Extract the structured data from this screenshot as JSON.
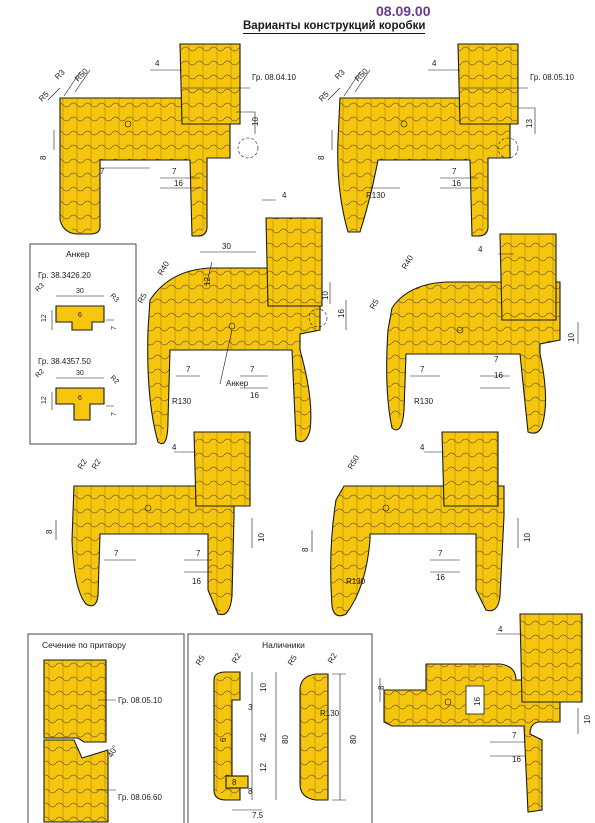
{
  "header": {
    "code": "08.09.00",
    "title": "Варианты конструкций коробки"
  },
  "variant1": {
    "ref": "Гр. 08.04.10",
    "r1": "R3",
    "r2": "R50",
    "r3": "R5",
    "d1": "4",
    "d2": "10",
    "d3": "8",
    "d4": "7",
    "d5": "7",
    "d6": "16"
  },
  "variant2": {
    "ref": "Гр. 08.05.10",
    "r1": "R3",
    "r2": "R50",
    "r3": "R5",
    "d1": "4",
    "d2": "13",
    "d3": "8",
    "r4": "R130",
    "d5": "7",
    "d6": "16"
  },
  "variant3": {
    "r1": "R40",
    "r2": "R5",
    "d0": "4",
    "d1": "30",
    "d2": "12",
    "d3": "10",
    "d4": "16",
    "d5": "7",
    "d6": "7",
    "d7": "16",
    "anchor": "Анкер",
    "r3": "R130"
  },
  "variant4": {
    "r1": "R40",
    "r2": "R5",
    "d0": "4",
    "d1": "10",
    "d5": "7",
    "d6": "7",
    "d7": "16",
    "r3": "R130"
  },
  "anchor_box": {
    "title": "Анкер",
    "ref1": "Гр. 38.3426.20",
    "a_r1": "R3",
    "a_d1": "30",
    "a_r2": "R3",
    "a_d2": "12",
    "a_d3": "6",
    "a_d4": "7",
    "ref2": "Гр. 38.4357.50",
    "b_r1": "R2",
    "b_d1": "30",
    "b_r2": "R2",
    "b_d2": "12",
    "b_d3": "6",
    "b_d4": "7"
  },
  "variant5": {
    "r1": "R2",
    "r2": "R2",
    "d0": "4",
    "d1": "8",
    "d2": "7",
    "d3": "7",
    "d4": "16",
    "d5": "10"
  },
  "variant6": {
    "r1": "R50",
    "d0": "4",
    "d1": "8",
    "d2": "10",
    "r2": "R130",
    "d3": "7",
    "d4": "16"
  },
  "section": {
    "title": "Сечение по притвору",
    "ref1": "Гр. 08.05.10",
    "angle": "40°",
    "ref2": "Гр. 08.06.60"
  },
  "trims": {
    "title": "Наличники",
    "a_r1": "R5",
    "a_r2": "R2",
    "a_d1": "10",
    "a_d2": "3",
    "a_d3": "42",
    "a_d4": "6",
    "a_d5": "12",
    "a_d6": "80",
    "a_d7": "8",
    "a_d8": "8",
    "a_d9": "7.5",
    "b_r1": "R5",
    "b_r2": "R2",
    "b_r3": "R130",
    "b_d1": "80"
  },
  "variant7": {
    "d0": "4",
    "d1": "8",
    "d2": "16",
    "d3": "10",
    "d4": "7",
    "d5": "16"
  },
  "colors": {
    "wood": "#f6c60f",
    "line": "#1a1a1a",
    "code": "#6a3a8e"
  }
}
